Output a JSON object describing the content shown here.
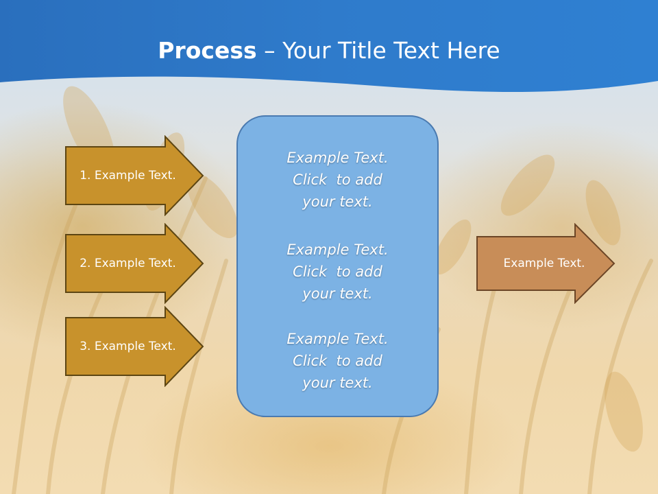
{
  "slide": {
    "title_bold": "Process",
    "title_rest": " – Your Title Text Here"
  },
  "left_arrows": [
    {
      "label": "1. Example Text."
    },
    {
      "label": "2. Example Text."
    },
    {
      "label": "3. Example Text."
    }
  ],
  "center_box": {
    "items": [
      {
        "lines": [
          "Example Text.",
          "Click  to add",
          "your text."
        ]
      },
      {
        "lines": [
          "Example Text.",
          "Click  to add",
          "your text."
        ]
      },
      {
        "lines": [
          "Example Text.",
          "Click  to add",
          "your text."
        ]
      }
    ]
  },
  "right_arrow": {
    "label": "Example Text."
  },
  "colors": {
    "header_blue": "#2e79c6",
    "left_arrow_fill": "#c8922c",
    "left_arrow_border": "#5c4513",
    "center_fill": "#7cb2e4",
    "right_arrow_fill": "#c88d58"
  }
}
